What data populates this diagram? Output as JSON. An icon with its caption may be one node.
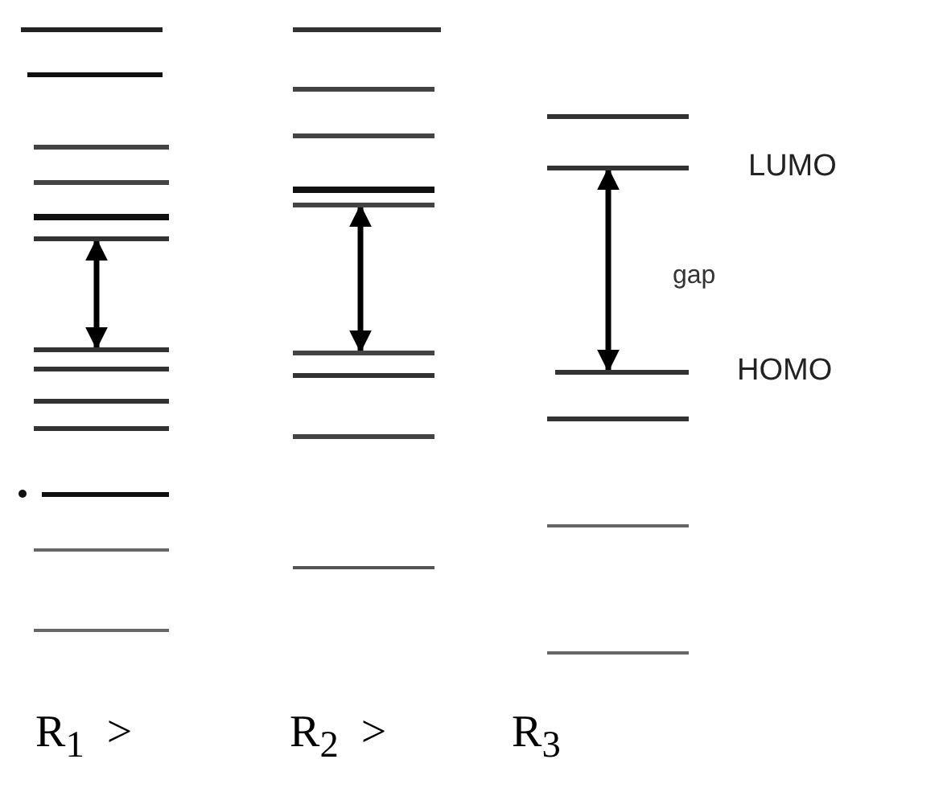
{
  "diagram": {
    "nodes": [
      {
        "text": [],
        "shape": "bar"
      },
      {
        "text": [],
        "shape": "bar"
      },
      {
        "text": [],
        "shape": "bar"
      },
      {
        "text": [],
        "shape": "bar"
      },
      {
        "text": [],
        "shape": "bar"
      },
      {
        "text": [],
        "shape": "bar"
      },
      {
        "text": [],
        "shape": "bar"
      },
      {
        "text": [],
        "shape": "bar"
      },
      {
        "text": [],
        "shape": "bar"
      },
      {
        "text": [],
        "shape": "bar"
      },
      {
        "text": [],
        "shape": "bar"
      },
      {
        "text": [],
        "shape": "bar"
      },
      {
        "text": [],
        "shape": "bar"
      },
      {
        "text": [],
        "shape": "bar"
      },
      {
        "text": [],
        "shape": "bar"
      },
      {
        "text": [],
        "shape": "bar"
      },
      {
        "text": [],
        "shape": "bar"
      },
      {
        "text": [],
        "shape": "bar"
      },
      {
        "text": [],
        "shape": "bar"
      },
      {
        "text": [],
        "shape": "bar"
      },
      {
        "text": [],
        "shape": "bar"
      },
      {
        "text": [],
        "shape": "bar"
      },
      {
        "text": [],
        "shape": "bar"
      },
      {
        "text": [],
        "shape": "bar",
        "beside": [
          "LUMO"
        ]
      },
      {
        "text": [],
        "shape": "bar",
        "beside": [
          "HOMO"
        ]
      },
      {
        "text": [],
        "shape": "bar"
      },
      {
        "text": [],
        "shape": "bar"
      },
      {
        "text": [],
        "shape": "bar"
      }
    ],
    "edges": [
      {
        "from": 5,
        "to": 6,
        "arrow": "both"
      },
      {
        "from": 17,
        "to": 18,
        "arrow": "both"
      },
      {
        "from": 23,
        "to": 24,
        "arrow": "both",
        "label": "gap"
      }
    ],
    "labels": [
      "R$_{1}$ >",
      "R$_{2}$ >",
      "R$_{3}$"
    ]
  }
}
